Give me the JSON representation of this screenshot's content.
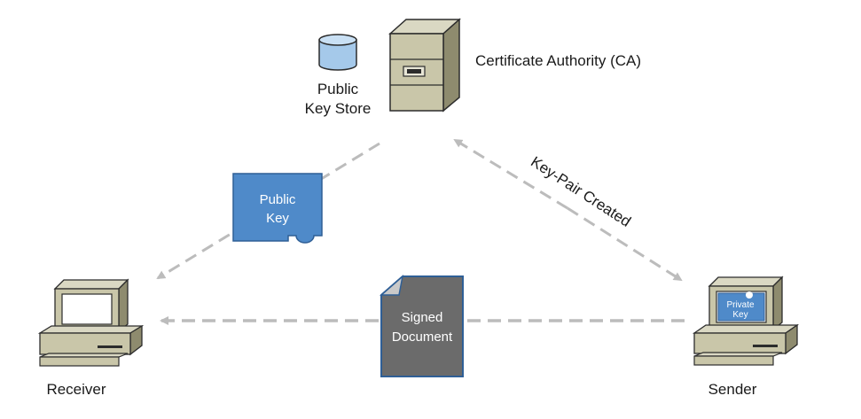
{
  "nodes": {
    "ca": {
      "label": "Certificate Authority (CA)"
    },
    "key_store": {
      "line1": "Public",
      "line2": "Key Store"
    },
    "receiver": {
      "label": "Receiver"
    },
    "sender": {
      "label": "Sender",
      "screen_line1": "Private",
      "screen_line2": "Key"
    }
  },
  "artifacts": {
    "public_key": {
      "line1": "Public",
      "line2": "Key"
    },
    "signed_document": {
      "line1": "Signed",
      "line2": "Document"
    }
  },
  "edges": {
    "key_pair": {
      "label": "Key-Pair Created"
    }
  },
  "colors": {
    "key_blue": "#4f8ac9",
    "doc_gray": "#6b6b6b",
    "dash_gray": "#bcbcbc",
    "beige": "#c9c6a9"
  },
  "icons": [
    "database-icon",
    "server-cabinet-icon",
    "computer-icon",
    "document-icon",
    "key-icon"
  ]
}
